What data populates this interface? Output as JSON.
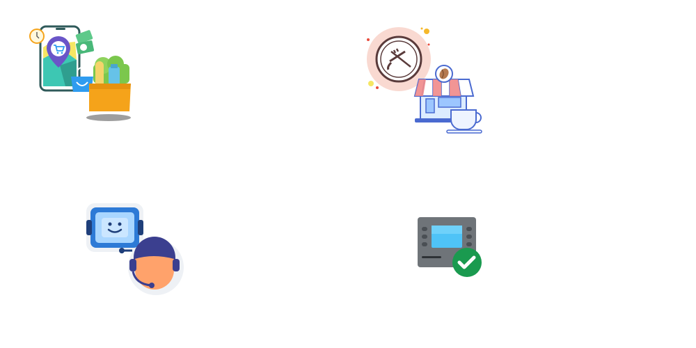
{
  "illustrations": [
    {
      "id": "grocery",
      "name": "online-grocery-delivery-icon"
    },
    {
      "id": "cafe",
      "name": "cafe-restaurant-icon"
    },
    {
      "id": "support",
      "name": "chatbot-customer-support-icon"
    },
    {
      "id": "atm",
      "name": "atm-verified-icon"
    }
  ],
  "colors": {
    "background": "#ffffff",
    "purple": "#6a55c8",
    "orange": "#f5a31a",
    "teal": "#3dc7b3",
    "green_check": "#1a9a4f",
    "atm_gray": "#6f7479",
    "atm_screen": "#4fc3f7",
    "blue_light": "#a9d6ff",
    "navy": "#3b3f8f",
    "skin": "#ffa26b",
    "peach": "#f9d9d1"
  }
}
